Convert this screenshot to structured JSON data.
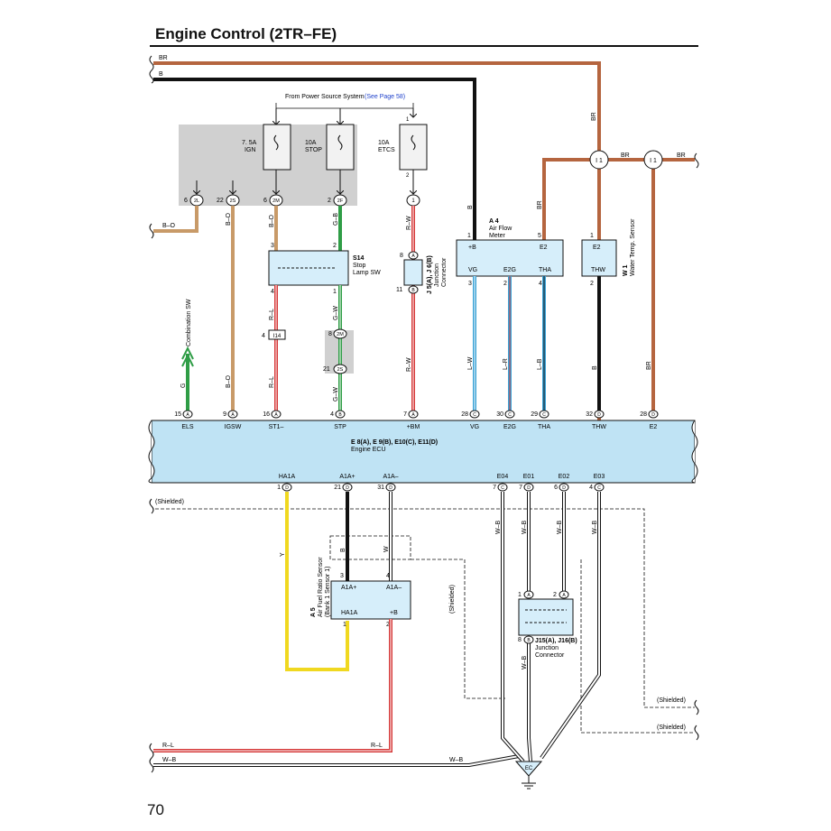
{
  "header": {
    "title": "Engine Control (2TR–FE)"
  },
  "footer": {
    "page_number": "70"
  },
  "colors": {
    "brown": "#b5653f",
    "black": "#111111",
    "tan": "#c89a68",
    "green": "#2f9d46",
    "red": "#d63a3a",
    "blue": "#3aa2d6",
    "yellow": "#f0d820",
    "ecu_fill": "#bfe3f4",
    "box_fill": "#d6eefa",
    "gray_area": "#d0d0d0"
  },
  "power_source": {
    "label": "From Power Source System",
    "link": "(See Page 58)"
  },
  "fuses": {
    "ign": {
      "amp": "7. 5A",
      "name": "IGN"
    },
    "stop": {
      "amp": "10A",
      "name": "STOP"
    },
    "etcs": {
      "amp": "10A",
      "name": "ETCS"
    }
  },
  "top_wires": {
    "br": "BR",
    "b": "B",
    "br_right1": "BR",
    "br_right2": "BR",
    "br_vertical": "BR",
    "br_a4": "BR"
  },
  "connectors": {
    "c2l": {
      "pin": "6",
      "id": "2L"
    },
    "c2s": {
      "pin": "22",
      "id": "2S"
    },
    "c2m": {
      "pin": "6",
      "id": "2M"
    },
    "c2f": {
      "pin": "2",
      "id": "2F"
    },
    "c1": {
      "id": "1"
    },
    "i1a": {
      "id": "I 1"
    },
    "i1b": {
      "id": "I 1"
    },
    "i14": {
      "pin": "4",
      "id": "I14"
    },
    "c2m_lower": {
      "pin": "8",
      "id": "2M"
    },
    "c2s_lower": {
      "pin": "21",
      "id": "2S"
    }
  },
  "wires": {
    "b_o_left": "B–O",
    "b_o_2s": "B–O",
    "b_o_2m": "B–O",
    "g_b": "G–B",
    "r_w_top": "R–W",
    "b_a4": "B",
    "br_a4": "BR",
    "g": "G",
    "b_o_igsw": "B–O",
    "r_l": "R–L",
    "r_l_lower": "R–L",
    "g_w": "G–W",
    "g_w_lower": "G–W",
    "r_w_lower": "R–W",
    "l_w": "L–W",
    "l_r": "L–R",
    "l_b": "L–B",
    "b_thw": "B",
    "br_e2": "BR",
    "y": "Y",
    "b_a1": "B",
    "w_a1": "W",
    "w_b1": "W–B",
    "w_b2": "W–B",
    "w_b3": "W–B",
    "w_b4": "W–B",
    "w_b_j15": "W–B"
  },
  "s14": {
    "id": "S14",
    "name1": "Stop",
    "name2": "Lamp SW",
    "pin3": "3",
    "pin2": "2",
    "pin4": "4",
    "pin1": "1"
  },
  "j5": {
    "id": "J 5(A), J 6(B)",
    "name1": "Junction",
    "name2": "Connector",
    "pin8": "8",
    "pin11": "11",
    "conn_a": "A",
    "conn_b": "B"
  },
  "a4": {
    "id": "A 4",
    "name1": "Air Flow",
    "name2": "Meter",
    "pin1": "1",
    "pin5": "5",
    "pin3": "3",
    "pin2": "2",
    "pin4": "4",
    "t_b": "+B",
    "t_e2": "E2",
    "t_vg": "VG",
    "t_e2g": "E2G",
    "t_tha": "THA"
  },
  "w1": {
    "id": "W 1",
    "name": "Water Temp. Sensor",
    "pin1": "1",
    "pin2": "2",
    "t_e2": "E2",
    "t_thw": "THW"
  },
  "combination_sw": {
    "label": "Combination SW"
  },
  "ecu": {
    "id": "E 8(A), E 9(B), E10(C), E11(D)",
    "name": "Engine ECU",
    "top_pins": [
      {
        "num": "15",
        "conn": "A",
        "label": "ELS"
      },
      {
        "num": "9",
        "conn": "A",
        "label": "IGSW"
      },
      {
        "num": "16",
        "conn": "A",
        "label": "ST1–"
      },
      {
        "num": "4",
        "conn": "B",
        "label": "STP"
      },
      {
        "num": "7",
        "conn": "A",
        "label": "+BM"
      },
      {
        "num": "28",
        "conn": "C",
        "label": "VG"
      },
      {
        "num": "30",
        "conn": "C",
        "label": "E2G"
      },
      {
        "num": "29",
        "conn": "C",
        "label": "THA"
      },
      {
        "num": "32",
        "conn": "D",
        "label": "THW"
      },
      {
        "num": "28",
        "conn": "D",
        "label": "E2"
      }
    ],
    "bottom_pins": [
      {
        "num": "1",
        "conn": "D",
        "label": "HA1A"
      },
      {
        "num": "21",
        "conn": "D",
        "label": "A1A+"
      },
      {
        "num": "31",
        "conn": "D",
        "label": "A1A–"
      },
      {
        "num": "7",
        "conn": "C",
        "label": "E04"
      },
      {
        "num": "7",
        "conn": "D",
        "label": "E01"
      },
      {
        "num": "6",
        "conn": "D",
        "label": "E02"
      },
      {
        "num": "4",
        "conn": "C",
        "label": "E03"
      }
    ]
  },
  "a5": {
    "id": "A 5",
    "name1": "Air Fuel Ratio Sensor",
    "name2": "(Bank 1 Sensor 1)",
    "pin3": "3",
    "pin4": "4",
    "pin1": "1",
    "pin2": "2",
    "t_a1p": "A1A+",
    "t_a1m": "A1A–",
    "t_ha": "HA1A",
    "t_b": "+B"
  },
  "j15": {
    "id": "J15(A), J16(B)",
    "name1": "Junction",
    "name2": "Connector",
    "pin1": "1",
    "pin2": "2",
    "pin8": "8",
    "conn_a": "A",
    "conn_b": "B"
  },
  "shield": {
    "s1": "(Shielded)",
    "s2": "(Shielded)",
    "s3": "(Shielded)",
    "s4": "(Shielded)"
  },
  "bottom_wires": {
    "r_l1": "R–L",
    "r_l2": "R–L",
    "w_b1": "W–B",
    "w_b2": "W–B"
  },
  "ground": {
    "label": "EC"
  }
}
